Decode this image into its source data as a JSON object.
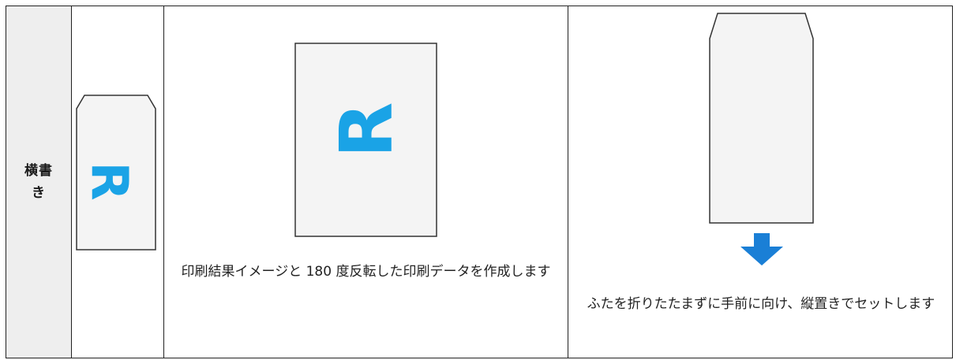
{
  "table": {
    "row_header": "横書き",
    "col2": {
      "caption": "印刷結果イメージと 180 度反転した印刷データを作成します",
      "glyph": "R"
    },
    "col3": {
      "caption": "ふたを折りたたまずに手前に向け、縦置きでセットします",
      "arrow_icon": "arrow-down-icon"
    },
    "col1": {
      "glyph": "R"
    }
  },
  "colors": {
    "accent": "#1aa3e6",
    "paper": "#f4f4f4",
    "outline": "#333333",
    "header_bg": "#eeeeee"
  }
}
